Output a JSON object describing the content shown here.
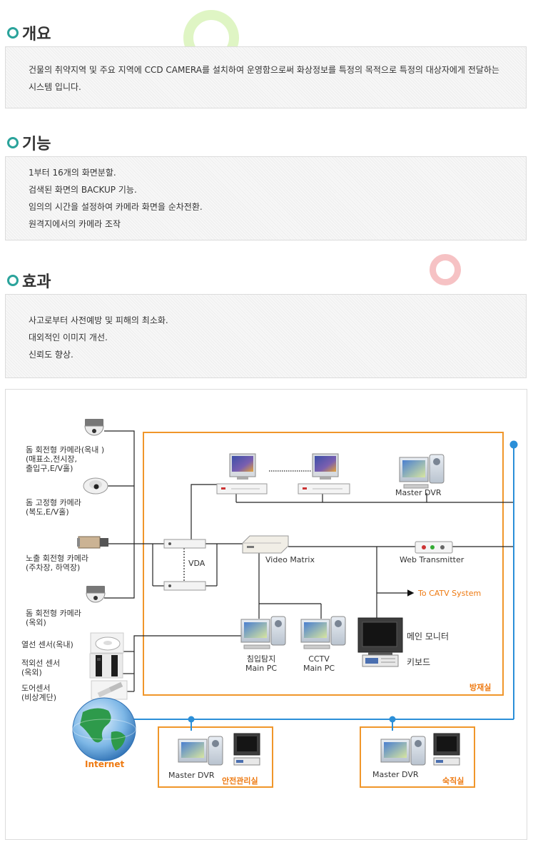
{
  "sections": {
    "overview": {
      "title": "개요",
      "lines": [
        "건물의 취약지역 및 주요 지역에 CCD CAMERA를 설치하여 운영함으로써 화상정보를 특정의 목적으로 특정의 대상자에게 전달하는",
        "시스템 입니다."
      ]
    },
    "features": {
      "title": "기능",
      "lines": [
        "1부터 16개의 화면분할.",
        "검색된 화면의 BACKUP 기능.",
        "임의의 시간을 설정하여 카메라 화면을 순차전환.",
        "원격지에서의 카메라 조작"
      ]
    },
    "effects": {
      "title": "효과",
      "lines": [
        "사고로부터 사전예방 및 피해의 최소화.",
        "대외적인 이미지 개선.",
        "신뢰도 향상."
      ]
    }
  },
  "colors": {
    "accent": "#2aa39b",
    "room_border": "#f0962a",
    "network_line": "#2b8fd8",
    "deco_green": "#dff5c4",
    "deco_pink": "#f6c2c4"
  },
  "diagram": {
    "cameras": [
      {
        "label": [
          "돔 회전형 카메라(옥내 )",
          "(매표소,전시장,",
          "출입구,E/V홀)"
        ],
        "icon": "dome-camera-icon"
      },
      {
        "label": [
          "돔 고정형 카메라",
          "(복도,E/V홀)"
        ],
        "icon": "fixed-dome-camera-icon"
      },
      {
        "label": [
          "노출 회전형 카메라",
          "(주차장, 하역장)"
        ],
        "icon": "box-camera-icon"
      },
      {
        "label": [
          "돔 회전형 카메라",
          "(옥외)"
        ],
        "icon": "dome-camera-icon"
      }
    ],
    "sensors": [
      {
        "label": [
          "열선 센서(옥내)"
        ],
        "icon": "heat-sensor-icon"
      },
      {
        "label": [
          "적외선 센서",
          "(옥외)"
        ],
        "icon": "infrared-sensor-icon"
      },
      {
        "label": [
          "도어센서",
          "(비상계단)"
        ],
        "icon": "door-sensor-icon"
      }
    ],
    "devices": {
      "master_dvr": "Master DVR",
      "vda": "VDA",
      "video_matrix": "Video Matrix",
      "web_transmitter": "Web Transmitter",
      "catv": "To CATV System",
      "main_monitor": "메인 모니터",
      "keyboard": "키보드",
      "intrusion_pc": [
        "침입탐지",
        "Main PC"
      ],
      "cctv_pc": [
        "CCTV",
        "Main PC"
      ],
      "internet": "Internet"
    },
    "rooms": {
      "control_room": "방재실",
      "safety_room": "안전관리실",
      "night_room": "숙직실"
    },
    "remote_dvr": "Master DVR"
  }
}
